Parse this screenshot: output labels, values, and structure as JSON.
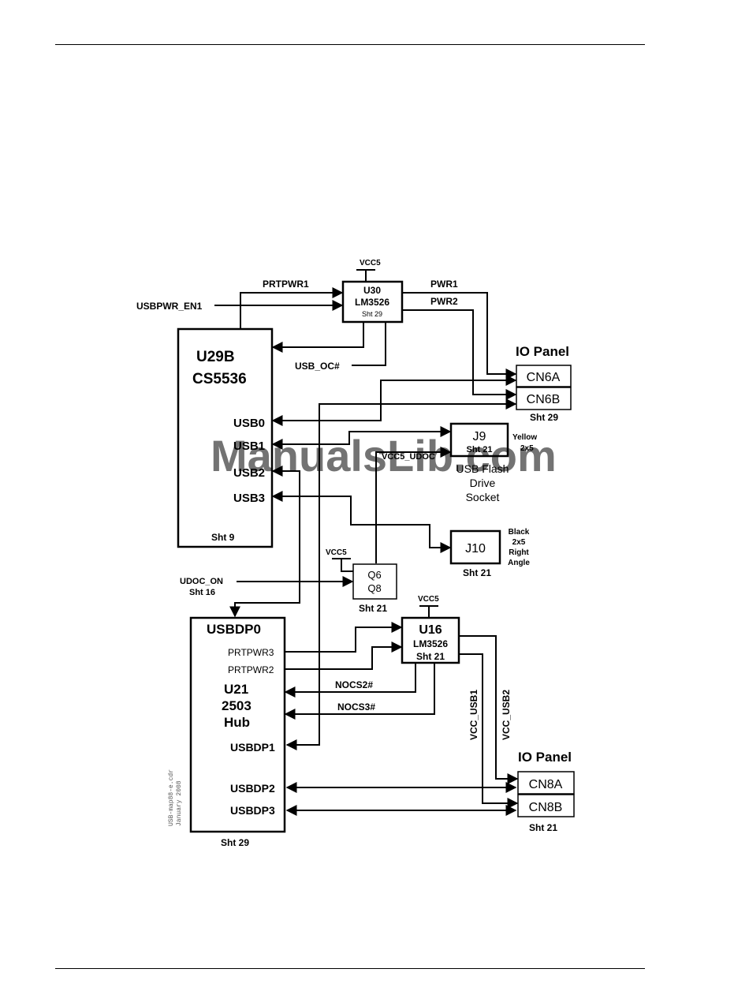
{
  "diagram": {
    "u29b": {
      "name": "U29B",
      "part": "CS5536",
      "sheet": "Sht 9",
      "ports": [
        "USB0",
        "USB1",
        "USB2",
        "USB3"
      ]
    },
    "u30": {
      "name": "U30",
      "part": "LM3526",
      "sheet": "Sht 29",
      "supply": "VCC5"
    },
    "signals": {
      "prtpwr1": "PRTPWR1",
      "usbpwr_en1": "USBPWR_EN1",
      "pwr1": "PWR1",
      "pwr2": "PWR2",
      "usb_oc": "USB_OC#",
      "vcc5_udoc": "VCC5_UDOC",
      "nocs2": "NOCS2#",
      "nocs3": "NOCS3#",
      "vcc_usb1": "VCC_USB1",
      "vcc_usb2": "VCC_USB2"
    },
    "io_panel_top": {
      "title": "IO Panel",
      "connectors": [
        "CN6A",
        "CN6B"
      ],
      "sheet": "Sht 29"
    },
    "j9": {
      "name": "J9",
      "sheet": "Sht 21",
      "note_line1": "Yellow",
      "note_line2": "2x5",
      "desc_line1": "USB Flash",
      "desc_line2": "Drive",
      "desc_line3": "Socket"
    },
    "j10": {
      "name": "J10",
      "sheet": "Sht 21",
      "note_line1": "Black",
      "note_line2": "2x5",
      "note_line3": "Right",
      "note_line4": "Angle"
    },
    "q6q8": {
      "line1": "Q6",
      "line2": "Q8",
      "sheet": "Sht 21",
      "supply": "VCC5"
    },
    "udoc_on": {
      "label": "UDOC_ON",
      "sheet": "Sht 16"
    },
    "u16": {
      "name": "U16",
      "part": "LM3526",
      "sheet": "Sht 21",
      "supply": "VCC5"
    },
    "u21": {
      "upstream": "USBDP0",
      "prtpwr3": "PRTPWR3",
      "prtpwr2": "PRTPWR2",
      "name": "U21",
      "part": "2503",
      "type": "Hub",
      "sheet": "Sht 29",
      "ports": [
        "USBDP1",
        "USBDP2",
        "USBDP3"
      ]
    },
    "io_panel_bottom": {
      "title": "IO Panel",
      "connectors": [
        "CN8A",
        "CN8B"
      ],
      "sheet": "Sht 21"
    },
    "file_note": {
      "line1": "USB-map88-e.cdr",
      "line2": "January 2008"
    },
    "watermark": "ManualsLib.com"
  }
}
